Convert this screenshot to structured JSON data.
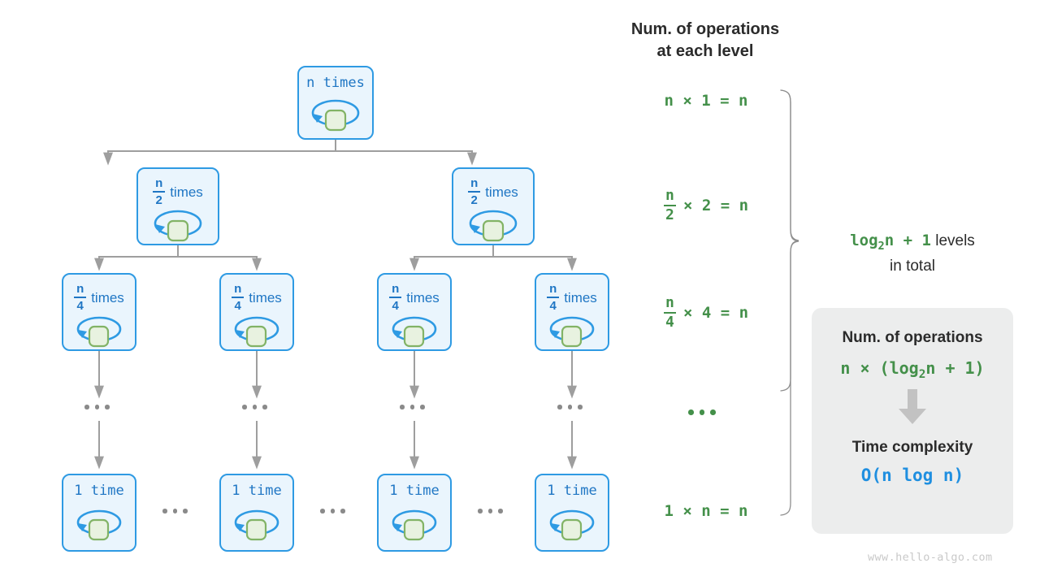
{
  "meta": {
    "watermark": "www.hello-algo.com",
    "colors": {
      "node_border": "#2e9ae3",
      "node_fill": "#eaf5fd",
      "node_text": "#1f76c4",
      "inner_border": "#82b366",
      "inner_fill": "#e8f2e0",
      "connector": "#9e9e9e",
      "formula_green": "#44904a",
      "complexity_blue": "#1f8fe0",
      "card_bg": "#eceded",
      "heading": "#2b2b2b"
    }
  },
  "tree": {
    "levels": [
      {
        "id": "level-1",
        "nodes": [
          {
            "times": "n",
            "unit": "times",
            "is_fraction": false,
            "numerator": "",
            "denominator": ""
          }
        ]
      },
      {
        "id": "level-2",
        "nodes": [
          {
            "times": "n/2",
            "unit": "times",
            "is_fraction": true,
            "numerator": "n",
            "denominator": "2"
          },
          {
            "times": "n/2",
            "unit": "times",
            "is_fraction": true,
            "numerator": "n",
            "denominator": "2"
          }
        ]
      },
      {
        "id": "level-3",
        "nodes": [
          {
            "times": "n/4",
            "unit": "times",
            "is_fraction": true,
            "numerator": "n",
            "denominator": "4"
          },
          {
            "times": "n/4",
            "unit": "times",
            "is_fraction": true,
            "numerator": "n",
            "denominator": "4"
          },
          {
            "times": "n/4",
            "unit": "times",
            "is_fraction": true,
            "numerator": "n",
            "denominator": "4"
          },
          {
            "times": "n/4",
            "unit": "times",
            "is_fraction": true,
            "numerator": "n",
            "denominator": "4"
          }
        ]
      },
      {
        "id": "level-last",
        "nodes": [
          {
            "times": "1",
            "unit": "time",
            "is_fraction": false,
            "numerator": "",
            "denominator": ""
          },
          {
            "times": "1",
            "unit": "time",
            "is_fraction": false,
            "numerator": "",
            "denominator": ""
          },
          {
            "times": "1",
            "unit": "time",
            "is_fraction": false,
            "numerator": "",
            "denominator": ""
          },
          {
            "times": "1",
            "unit": "time",
            "is_fraction": false,
            "numerator": "",
            "denominator": ""
          }
        ]
      }
    ],
    "node_labels": {
      "l1": "n times",
      "l2": "n/2 times",
      "l3": "n/4 times",
      "l4": "1 time"
    },
    "ellipsis": "..."
  },
  "right_column": {
    "title": "Num. of operations\nat each level",
    "rows": [
      {
        "id": "row-1",
        "numerator": "n",
        "denominator": "",
        "is_fraction": false,
        "rest": "× 1 = n",
        "text": "n × 1 = n"
      },
      {
        "id": "row-2",
        "numerator": "n",
        "denominator": "2",
        "is_fraction": true,
        "rest": "× 2 = n",
        "text": "n/2 × 2 = n"
      },
      {
        "id": "row-3",
        "numerator": "n",
        "denominator": "4",
        "is_fraction": true,
        "rest": "× 4 = n",
        "text": "n/4 × 4 = n"
      },
      {
        "id": "row-dots",
        "numerator": "",
        "denominator": "",
        "is_fraction": false,
        "rest": "...",
        "text": "..."
      },
      {
        "id": "row-last",
        "numerator": "1",
        "denominator": "",
        "is_fraction": false,
        "rest": "× n = n",
        "text": "1 × n = n"
      }
    ]
  },
  "levels_note": {
    "formula_pre": "log",
    "formula_sub": "2",
    "formula_post": "n + 1",
    "trailing": " levels",
    "second_line": "in total",
    "full_text": "log2n + 1 levels in total"
  },
  "summary_card": {
    "ops_heading": "Num. of operations",
    "ops_formula_pre": "n × (log",
    "ops_formula_sub": "2",
    "ops_formula_post": "n + 1)",
    "ops_formula_full": "n × (log2n + 1)",
    "arrow": "down-arrow",
    "complexity_heading": "Time complexity",
    "complexity_value": "O(n log n)"
  }
}
